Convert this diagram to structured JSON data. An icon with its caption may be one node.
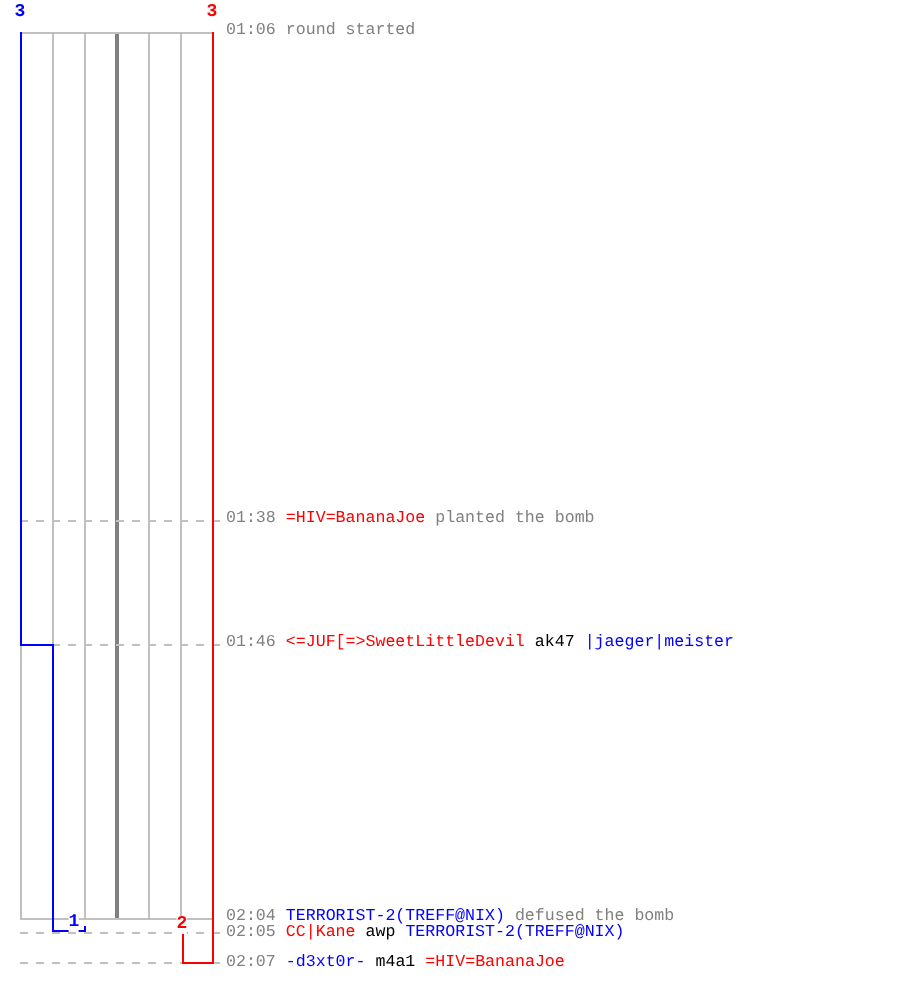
{
  "diagram": {
    "labels": [
      "3",
      "3",
      "01:06",
      "round started",
      "01:38",
      "=HIV=BananaJoe",
      "planted the bomb",
      "01:46",
      "<=JUF[=>SweetLittleDevil",
      "ak47",
      "|jaeger|meister",
      "02:04",
      "TERRORIST-2(TREFF@NIX)",
      "defused the bomb",
      "02:05",
      "CC|Kane",
      "awp",
      "TERRORIST-2(TREFF@NIX)",
      "02:07",
      "-d3xt0r-",
      "m4a1",
      "=HIV=BananaJoe",
      "1",
      "2"
    ]
  }
}
